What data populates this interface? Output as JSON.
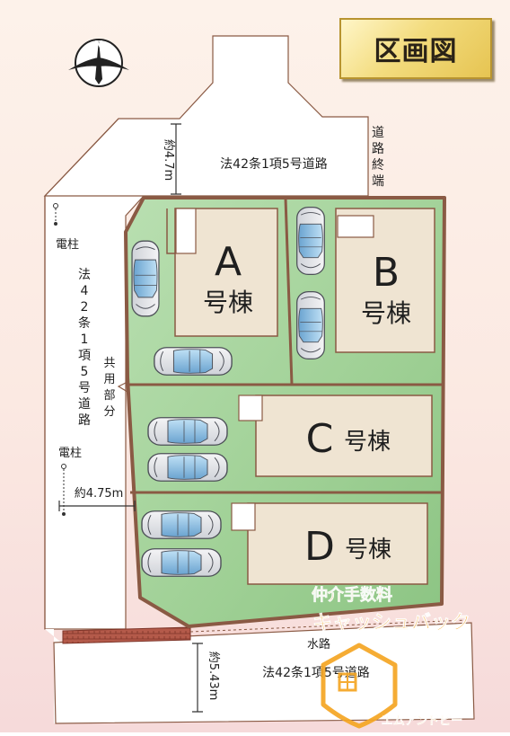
{
  "title": "区画図",
  "compass_label": "N",
  "road_top": "法42条1項5号道路",
  "road_top_width": "約4.7m",
  "road_end": "道路終端",
  "road_left": "法42条1項5号道路",
  "road_left_width": "約4.75m",
  "road_bottom": "法42条1項5号道路",
  "road_bottom_width": "約5.43m",
  "utility_pole": "電柱",
  "shared_area": "共用部分",
  "waterway": "水路",
  "lots": [
    {
      "letter": "A",
      "suffix": "号棟"
    },
    {
      "letter": "B",
      "suffix": "号棟"
    },
    {
      "letter": "C",
      "suffix": "号棟"
    },
    {
      "letter": "D",
      "suffix": "号棟"
    }
  ],
  "promo_line1": "仲介手数料",
  "promo_line2": "キャッシュバック",
  "brand": "エムアンドビー",
  "colors": {
    "lot_green": "#a8d4a0",
    "boundary_brown": "#8a5a44",
    "house_beige": "#efe4d2",
    "promo_orange": "#f5a623"
  }
}
